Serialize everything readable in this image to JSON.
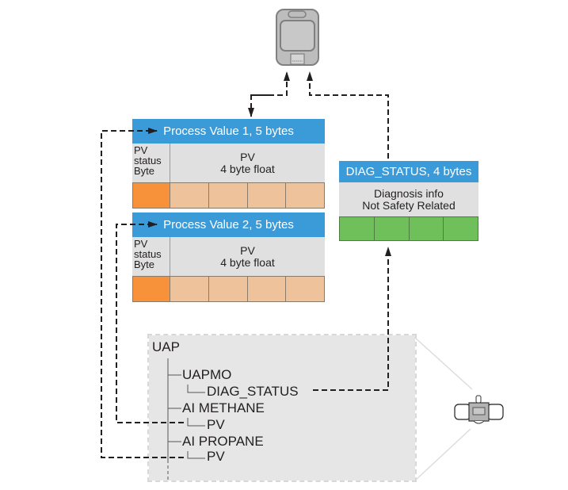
{
  "title": "WirelessHART UAP to process value and diagnostics mapping",
  "colors": {
    "header_blue": "#3b9bd9",
    "status_byte_orange": "#f7923a",
    "float_byte_peach": "#eec39c",
    "diag_byte_green": "#6fbf5a",
    "label_gray": "#e0e0e1",
    "panel_gray": "#e6e6e7"
  },
  "gateway_device": {
    "icon": "gateway-device-icon"
  },
  "field_device": {
    "icon": "gas-transmitter-icon"
  },
  "process_values": [
    {
      "header": "Process Value 1, 5 bytes",
      "status_label_lines": [
        "PV",
        "status",
        "Byte"
      ],
      "float_label_lines": [
        "PV",
        "4 byte float"
      ],
      "status_bytes": 1,
      "float_bytes": 4
    },
    {
      "header": "Process Value 2, 5 bytes",
      "status_label_lines": [
        "PV",
        "status",
        "Byte"
      ],
      "float_label_lines": [
        "PV",
        "4 byte float"
      ],
      "status_bytes": 1,
      "float_bytes": 4
    }
  ],
  "diag_status": {
    "header": "DIAG_STATUS, 4 bytes",
    "info_lines": [
      "Diagnosis info",
      "Not Safety Related"
    ],
    "bytes": 4
  },
  "uap_tree": {
    "root": "UAP",
    "nodes": [
      {
        "label": "UAPMO",
        "child": "DIAG_STATUS"
      },
      {
        "label": "AI METHANE",
        "child": "PV"
      },
      {
        "label": "AI PROPANE",
        "child": "PV"
      }
    ]
  },
  "connections": [
    {
      "from": "UAP.AI PROPANE.PV",
      "to": "Process Value 1",
      "style": "dashed-arrow"
    },
    {
      "from": "UAP.AI METHANE.PV",
      "to": "Process Value 2",
      "style": "dashed-arrow"
    },
    {
      "from": "UAP.UAPMO.DIAG_STATUS",
      "to": "DIAG_STATUS",
      "style": "dashed-arrow"
    },
    {
      "from": "Process Value 1",
      "to": "Gateway",
      "style": "dashed-bidirectional"
    },
    {
      "from": "DIAG_STATUS",
      "to": "Gateway",
      "style": "dashed-arrow"
    }
  ]
}
